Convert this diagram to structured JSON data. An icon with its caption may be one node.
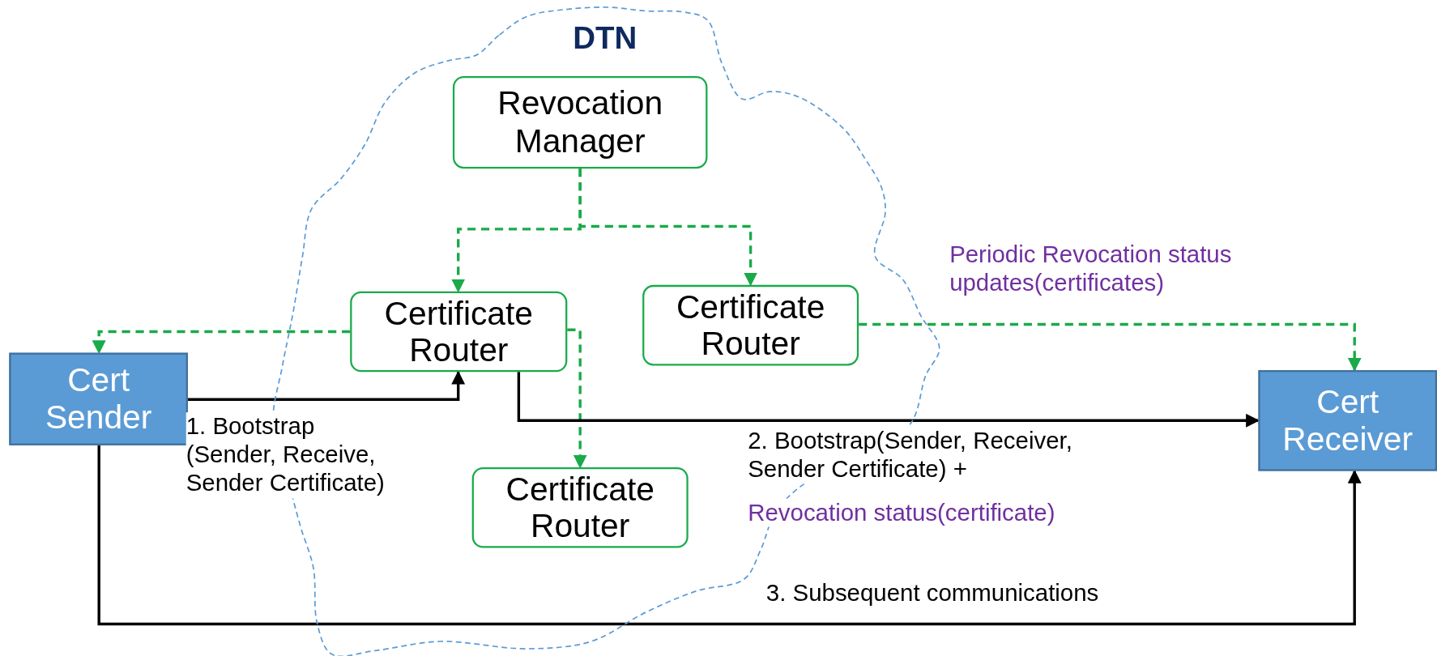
{
  "diagram": {
    "nodes": [
      {
        "text": [
          "DTN"
        ]
      },
      {
        "text": [
          "Revocation Manager"
        ],
        "in": 0
      },
      {
        "text": [
          "Certificate Router"
        ],
        "in": 0
      },
      {
        "text": [
          "Certificate Router"
        ],
        "in": 0
      },
      {
        "text": [
          "Certificate Router"
        ],
        "in": 0
      },
      {
        "text": [
          "Cert Sender"
        ]
      },
      {
        "text": [
          "Cert Receiver"
        ]
      }
    ],
    "edges": [
      {
        "from": 1,
        "to": 2,
        "arrow": "to",
        "style": "dashed"
      },
      {
        "from": 1,
        "to": 3,
        "arrow": "to",
        "style": "dashed"
      },
      {
        "from": 2,
        "to": 5,
        "arrow": "to",
        "style": "dashed"
      },
      {
        "from": 2,
        "to": 4,
        "arrow": "to",
        "style": "dashed"
      },
      {
        "from": 3,
        "to": 6,
        "arrow": "to",
        "style": "dashed",
        "label": "Periodic Revocation status updates(certificates)"
      },
      {
        "from": 5,
        "to": 2,
        "arrow": "to",
        "color": "#000000",
        "label": "1. Bootstrap (Sender, Receive, Sender Certificate)"
      },
      {
        "from": 2,
        "to": 6,
        "arrow": "to",
        "color": "#000000",
        "label": "2. Bootstrap(Sender, Receiver, Sender Certificate) +"
      },
      {
        "from": 5,
        "to": 6,
        "arrow": "to",
        "color": "#000000",
        "label": "3. Subsequent communications"
      }
    ],
    "labels": [
      "Revocation status(certificate)"
    ]
  }
}
